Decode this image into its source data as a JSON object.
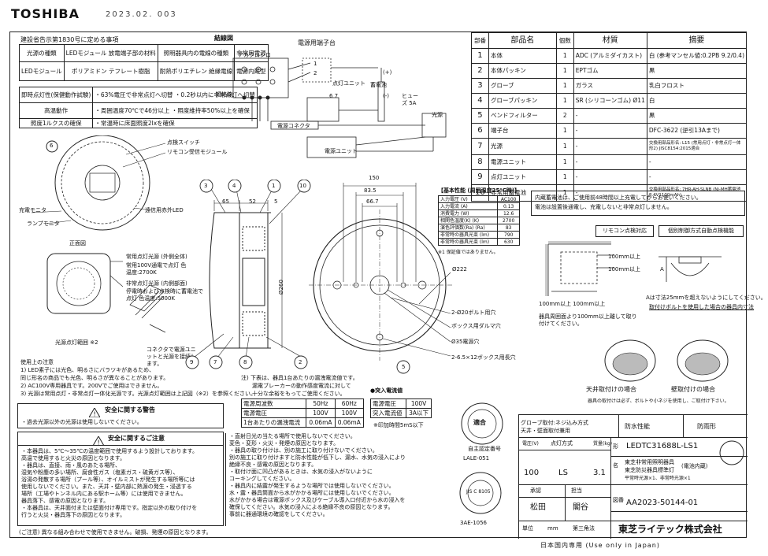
{
  "header": {
    "logo": "TOSHIBA",
    "date": "2023.02. 003"
  },
  "left": {
    "law_title": "建設省告示第1830号に定める事項",
    "spec_table": {
      "headers": [
        "光源の種類",
        "LEDモジュール 放電端子部の材料",
        "照明器具内の電線の種類",
        "非常用電源"
      ],
      "row": [
        "LEDモジュール",
        "ポリアミドン テフレート樹脂",
        "耐熱ポリエチレン 絶縁電線",
        "電源内蔵型"
      ]
    },
    "perf_rows": [
      {
        "k": "即時点灯性(保健動作試験)",
        "v": "・63%電圧で非常点灯へ切替 ・0.2秒以内に非常点灯へ切替"
      },
      {
        "k": "高温動作",
        "v": "・周囲温度70℃で46分以上 ・照度維持率50%以上を確保"
      },
      {
        "k": "照度1ルクスの確保",
        "v": "・常温時に床面照度2lxを確保"
      }
    ],
    "labels": {
      "n6": "6",
      "tenken_switch": "点検スイッチ",
      "remocon": "リモコン受信モジュール",
      "charge_monitor": "充電モニタ",
      "lamp_monitor": "ランプモニタ",
      "remocon_led": "遠信用赤外LED",
      "front_view": "正面図",
      "normal_led": "常用点灯光源 (外側全体)",
      "normal_spec": "常用100V通電で点灯 色温度:2700K",
      "emergency_led": "非常点灯光源 (内側部面)",
      "emergency_spec": "停電時および点検時に蓄電池で点灯 色温度:5000K",
      "light_panel": "光源点灯範囲 ※2",
      "connector_note": "コネクタで電源ユニットと光源を接続します。"
    },
    "usage_title": "使用上の注意",
    "usage": [
      "1) LED素子には光色、明るさにバラツキがあるため、",
      "   同じ形名の商品でも光色、明るさが異なることがあります。",
      "2) AC100V専用器具です。200Vでご使用はできません。",
      "3) 光源は常用点灯・非常点灯一体化光源です。光源点灯範囲は上記図（※2）を参照ください。"
    ],
    "warn_title": "安全に関する警告",
    "warn_text": "・過去光源以外の光源は使用しないでください。",
    "caution_title": "安全に関するご注意",
    "caution_left": [
      "・本器具は、5℃～35℃の温度範囲で使用するよう設計しております。",
      "  高温で使用すると火災の原因となります。",
      "・器具は、直接、雨・風のあたる場所、",
      "  湿気や粉塵の多い場所、腐食性ガス（塩素ガス・硫黄ガス等）、",
      "  浴湯の発散する場所（プール等）、オイルミストが発生する場所等には",
      "  使用しないでください。また、天井・壁内部に熱源の発生・浸透する",
      "  場所（工場やトンネル内にある駅ホーム等）には使用できません。",
      "  器具落下、感電の原因となります。",
      "・本器具は、天井面付または壁面付け専用です。指定以外の取り付けを",
      "  行うと火災・器具落下の原因となります。"
    ],
    "footer_note": "(ご注意)   異なる組み合わせで使用できません。破損、発煙の原因となります。"
  },
  "wiring": {
    "title": "結線図",
    "terminal": "電源用端子台",
    "acclaim": "アカクロシロ",
    "short_wire": "短絡線",
    "lighting_unit": "点灯ユニット",
    "battery": "蓄電池",
    "fuse": "ヒューズ 5A",
    "connector": "電源コネクタ",
    "light_source": "光源",
    "power_unit": "電源ユニット",
    "t1": "1",
    "t2": "2",
    "t67": "6 7",
    "plus": "(+)",
    "minus": "(-)"
  },
  "parts": {
    "headers": [
      "部番",
      "部品名",
      "個数",
      "材質",
      "摘要"
    ],
    "rows": [
      [
        "1",
        "本体",
        "1",
        "ADC (アルミダイカスト)",
        "白 (参考マンセル値:0.2PB 9.2/0.4)"
      ],
      [
        "2",
        "本体パッキン",
        "1",
        "EPTゴム",
        "黒"
      ],
      [
        "3",
        "グローブ",
        "1",
        "ガラス",
        "乳白フロスト"
      ],
      [
        "4",
        "グローブパッキン",
        "1",
        "SR (シリコーンゴム) Ø11",
        "白"
      ],
      [
        "5",
        "ベンドフィルター",
        "2",
        "-",
        "黒"
      ],
      [
        "6",
        "端子台",
        "1",
        "-",
        "DFC-3622 (逆引13Aまで)"
      ],
      [
        "7",
        "光源",
        "1",
        "-",
        "交換用部品形名: L15 (常用点灯・非常点灯一体形2) JISC8154:2015適合"
      ],
      [
        "8",
        "電源ユニット",
        "1",
        "-",
        "-"
      ],
      [
        "9",
        "点灯ユニット",
        "1",
        "-",
        "-"
      ],
      [
        "10",
        "非常用蓄電池",
        "1",
        "-",
        "交換用部品形名: 7HR-AH-SLNB (Ni-MH蓄電池 8.4V1100mAh)"
      ]
    ]
  },
  "side_view": {
    "dims": [
      "65",
      "52",
      "5"
    ],
    "dia": "Ø260",
    "callouts": [
      "3",
      "4",
      "1",
      "10",
      "9",
      "7",
      "8",
      "2"
    ]
  },
  "top_view": {
    "dims": [
      "150",
      "83.5",
      "66.7"
    ],
    "d222": "Ø222",
    "bolt": "2-Ø20ボルト用穴",
    "box_hole": "ボックス用ダルマ穴",
    "power_hole": "Ø35電源穴",
    "box_long": "2-6.5×12ボックス用長穴",
    "n5": "5"
  },
  "basic": {
    "title": "【基本性能 (周囲温度25℃時)】",
    "rows": [
      [
        "入力電圧 (V)",
        "AC100"
      ],
      [
        "入力電流 (A)",
        "0.13"
      ],
      [
        "消費電力 (W)",
        "12.6"
      ],
      [
        "相関色温度(K) (K)",
        "2700"
      ],
      [
        "演色評価数(Ra) (Ra)",
        "83"
      ],
      [
        "非常時の器具光束 (lm)",
        "790"
      ],
      [
        "非常時の器具光束 (lm)",
        "630"
      ]
    ],
    "note": "※1 保証値ではありません。"
  },
  "notes_box": [
    "内蔵蓄電池は、ご使用前48時間以上充電してからお使いください。",
    "電池は設置後通電し、充電しないと非常点灯しません。"
  ],
  "buttons": {
    "remote_check": "リモコン点検対応",
    "auto_check": "個別制御方式自動点検機能"
  },
  "clearance": {
    "c100a": "100mm以上",
    "c100b": "100mm以上",
    "bottom": "100mm以上 100mm以上",
    "install_note": "器具周囲面より100mm以上離して取り付けてください。",
    "a_label": "A",
    "a_note": "Aは寸法25mmを超えないようにしてください。",
    "bolt_note": "取付けボルトを使用した場合の器具内寸法"
  },
  "mount": {
    "ceiling": "天井取付けの場合",
    "wall": "壁取付けの場合",
    "note": "器具の取付けは必ず、ボルトや小ネジを使用し、ご取付け下さい。"
  },
  "leak_table": {
    "note1": "注) 下表は、器具1台あたりの漏洩電流値です。",
    "note2": "漏電ブレーカーの動作感度電流に対して",
    "note3": "十分な余裕をもってご使用ください。",
    "headers": [
      "電源周波数",
      "50Hz",
      "60Hz"
    ],
    "rows": [
      [
        "電源電圧",
        "100V",
        "100V"
      ],
      [
        "1台あたりの漏洩電流",
        "0.06mA",
        "0.06mA"
      ]
    ]
  },
  "rush": {
    "title": "●突入電流値",
    "rows": [
      [
        "電源電圧",
        "100V"
      ],
      [
        "突入電流値",
        "3A以下"
      ]
    ],
    "note": "※印加時間5mS以下"
  },
  "seals": {
    "lale": "LALE-051",
    "jis": "JIS C 8105",
    "ade": "3AE-1056",
    "label1": "自主認定番号",
    "label2": "適合"
  },
  "caution_right": [
    "・直射日光の当たる場所で使用しないでください。",
    "  変色・変形・火災・発煙の原因となります。",
    "・器具の取り付けは、別の施工に取り付けないでください。",
    "  別の施工に取り付けますと防水性能が低下し、漏水、水気の浸入により",
    "  絶縁不良・感電の原因となります。",
    "・取付け面に凹凸があるときは、水気の浸入がないように",
    "  コーキングしてください。",
    "・器具内に結露が発生するような場所では使用しないでください。",
    "  水・露・器具筒面から水がかかる場所には使用しないでください。",
    "  水がかかる場合は電源ボックス及びケーブル導入口付近から水の浸入を",
    "  確保してください。水気の浸入による絶縁不良の原因となります。",
    "  事前に器通環境の確認をしてください。"
  ],
  "title_block": {
    "glove": "グローブ取付:ネジ込み方式",
    "mount": "天井・壁面取付兼用",
    "waterproof": "防水性能",
    "rain": "防雨形",
    "col_h": [
      "電圧(V)",
      "点灯方式",
      "質量(kg)"
    ],
    "row": [
      "100",
      "LS",
      "3.1"
    ],
    "kata": "形",
    "model": "LEDTC31688L-LS1",
    "mei": "名",
    "name1": "東芝非常用照明器具",
    "name2": "東芝防災器具標準灯",
    "name3": "(電池内蔵)",
    "name4": "平常時光源×1、非常時光源×1",
    "zu": "図番",
    "drawing_no": "AA2023-50144-01",
    "approve": "承認",
    "charge": "担当",
    "approver": "松田",
    "person": "閣谷",
    "unit_label": "単位",
    "unit": "mm",
    "angle": "第三角法",
    "company": "東芝ライテック株式会社",
    "domestic": "日本国内専用 (Use only in Japan)"
  }
}
